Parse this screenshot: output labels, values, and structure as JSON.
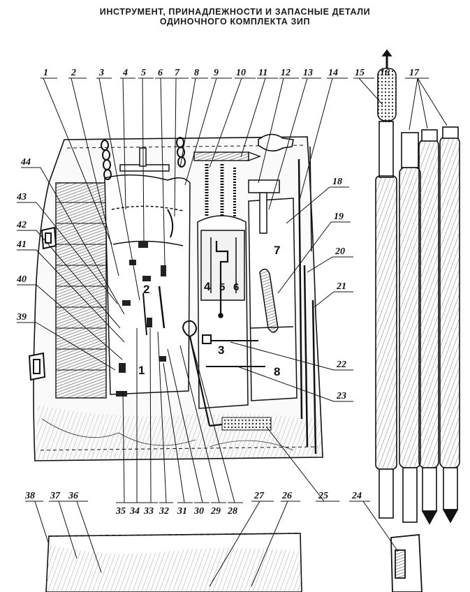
{
  "header": {
    "line1": "ИНСТРУМЕНТ, ПРИНАДЛЕЖНОСТИ И ЗАПАСНЫЕ ДЕТАЛИ",
    "line2": "ОДИНОЧНОГО КОМПЛЕКТА ЗИП"
  },
  "callouts_top": [
    "1",
    "2",
    "3",
    "4",
    "5",
    "6",
    "7",
    "8",
    "9",
    "10",
    "11",
    "12",
    "13",
    "14",
    "15",
    "16",
    "17"
  ],
  "callouts_right": [
    "18",
    "19",
    "20",
    "21",
    "22",
    "23"
  ],
  "callouts_left": [
    "44",
    "43",
    "42",
    "41",
    "40",
    "39"
  ],
  "callouts_bottom": [
    "35",
    "34",
    "33",
    "32",
    "31",
    "30",
    "29",
    "28",
    "25",
    "24"
  ],
  "callouts_lower": [
    "38",
    "37",
    "36",
    "27",
    "26"
  ],
  "pocket_numbers": {
    "p1": "1",
    "p2": "2",
    "p3": "3",
    "p4": "4",
    "p5": "5",
    "p6": "6",
    "p7": "7",
    "p8": "8"
  },
  "colors": {
    "ink": "#111111",
    "paper": "#ffffff",
    "fabric": "#f4f4f4"
  }
}
